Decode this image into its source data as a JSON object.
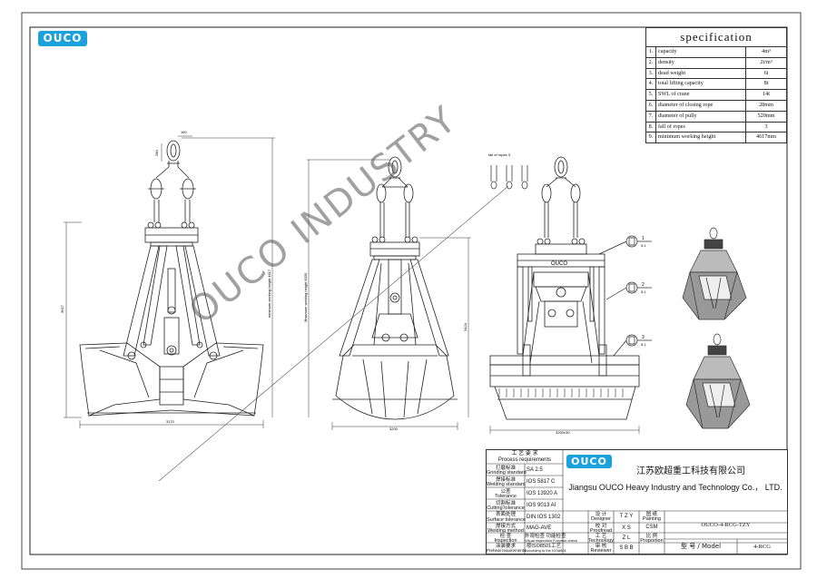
{
  "logo_text": "OUCO",
  "spec": {
    "title": "specification",
    "rows": [
      {
        "n": "1.",
        "k": "capacity",
        "v": "4m³"
      },
      {
        "n": "2.",
        "k": "density",
        "v": "2t/m³"
      },
      {
        "n": "3.",
        "k": "dead weight",
        "v": "6t"
      },
      {
        "n": "4.",
        "k": "total lifting capacity",
        "v": "8t"
      },
      {
        "n": "5.",
        "k": "SWL of crane",
        "v": "14t"
      },
      {
        "n": "6.",
        "k": "diameter of closing rope",
        "v": "28mm"
      },
      {
        "n": "7.",
        "k": "diameter of pully",
        "v": "520mm"
      },
      {
        "n": "8.",
        "k": "fall of ropes",
        "v": "3"
      },
      {
        "n": "9.",
        "k": "minimum working height",
        "v": "4617mm"
      }
    ]
  },
  "dims": {
    "d1_top": "160",
    "d1_hook": "280",
    "d1_height": "3617",
    "d1_working": "minimum working height 4617",
    "d1_width": "3170",
    "d2_working": "Maximum working height 6030",
    "d2_height": "3424",
    "d2_width": "3200",
    "d3_width": "3200±30",
    "fall_label": "fall of ropes 3",
    "view3_logo": "OUCO",
    "detail_1": "1",
    "detail_2": "2",
    "detail_3": "3",
    "scale": "5:1"
  },
  "watermark": "OUCO INDUSTRY",
  "title_block": {
    "req_cn": "工 艺 要 求",
    "req_en": "Process requirements",
    "rows": [
      {
        "label_cn": "打磨标准",
        "label_en": "Grinding standard",
        "value": "SA  2.5"
      },
      {
        "label_cn": "焊接标准",
        "label_en": "Welding standard",
        "value": "IOS  5817  C"
      },
      {
        "label_cn": "公差",
        "label_en": "Tolerance",
        "value": "IOS  13920  A"
      },
      {
        "label_cn": "切割标准",
        "label_en": "Cutting tolerance",
        "value": "IOS  9013  AI"
      },
      {
        "label_cn": "表面处理",
        "label_en": "Surface tolerance",
        "value": "DIN  IOS  1302"
      },
      {
        "label_cn": "焊接方式",
        "label_en": "Welding method",
        "value": "MAG-AVE"
      },
      {
        "label_cn": "检    查",
        "label_en": "Inspection",
        "value": "外观检查  功能检查"
      },
      {
        "label_cn": "涂装要求",
        "label_en": "Preheat requirements",
        "value": "按ISO8501工艺"
      }
    ],
    "inspection_en": "Visual inspection  Function check",
    "painting_en": "According to the IOS8501",
    "company_cn": "江苏欧超重工科技有限公司",
    "company_en": "Jiangsu OUCO Heavy Industry and Technology Co.， LTD.",
    "people": [
      {
        "cn": "设 计",
        "en": "Designer",
        "val": "T Z Y"
      },
      {
        "cn": "校 对",
        "en": "Proofread",
        "val": "X S"
      },
      {
        "cn": "工 艺",
        "en": "Technology",
        "val": "Z L"
      },
      {
        "cn": "审 核",
        "en": "Reviewer",
        "val": "S B B"
      }
    ],
    "right_labels": [
      {
        "cn": "图 纸",
        "en": "Painting",
        "val": "CSM"
      },
      {
        "cn": "比 例",
        "en": "Proportion",
        "val": ""
      }
    ],
    "drawing_no": "OUCO-4-RCG-TZY",
    "model_label": "型 号 / Model",
    "model_value": "4-RCG"
  }
}
